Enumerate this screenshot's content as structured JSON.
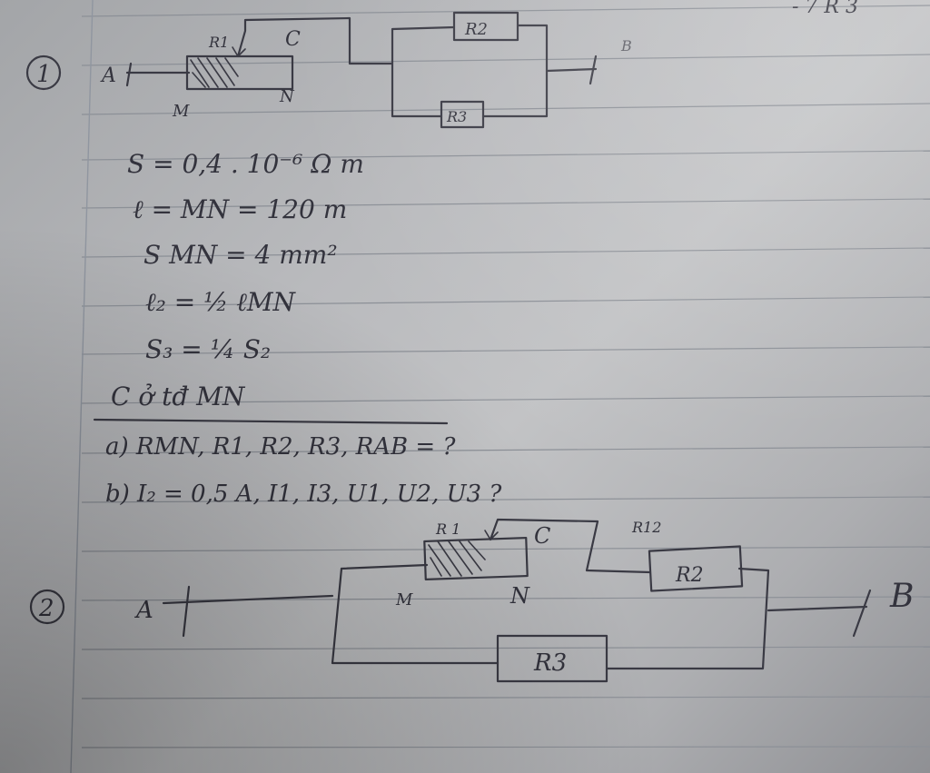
{
  "top_right_fragment": "- 7 R 3",
  "problem1": {
    "number": "1",
    "labels": {
      "A": "A",
      "B": "B",
      "C": "C",
      "R1": "R1",
      "R2": "R2",
      "R3": "R3",
      "M": "M",
      "N": "N"
    }
  },
  "given": [
    "S = 0,4 . 10⁻⁶ Ω m",
    "ℓ = MN = 120 m",
    "S MN = 4 mm²",
    "ℓ₂ = ½ ℓMN",
    "S₃ = ¼ S₂",
    "C ở tđ MN"
  ],
  "questions": {
    "a": "a) RMN, R1, R2, R3, RAB = ?",
    "b": "b) I₂ = 0,5 A, I1, I3, U1, U2, U3 ?"
  },
  "problem2": {
    "number": "2",
    "labels": {
      "A": "A",
      "B": "B",
      "C": "C",
      "R1": "R 1",
      "R12": "R12",
      "R2": "R2",
      "R3": "R3",
      "M": "M",
      "N": "N"
    }
  }
}
